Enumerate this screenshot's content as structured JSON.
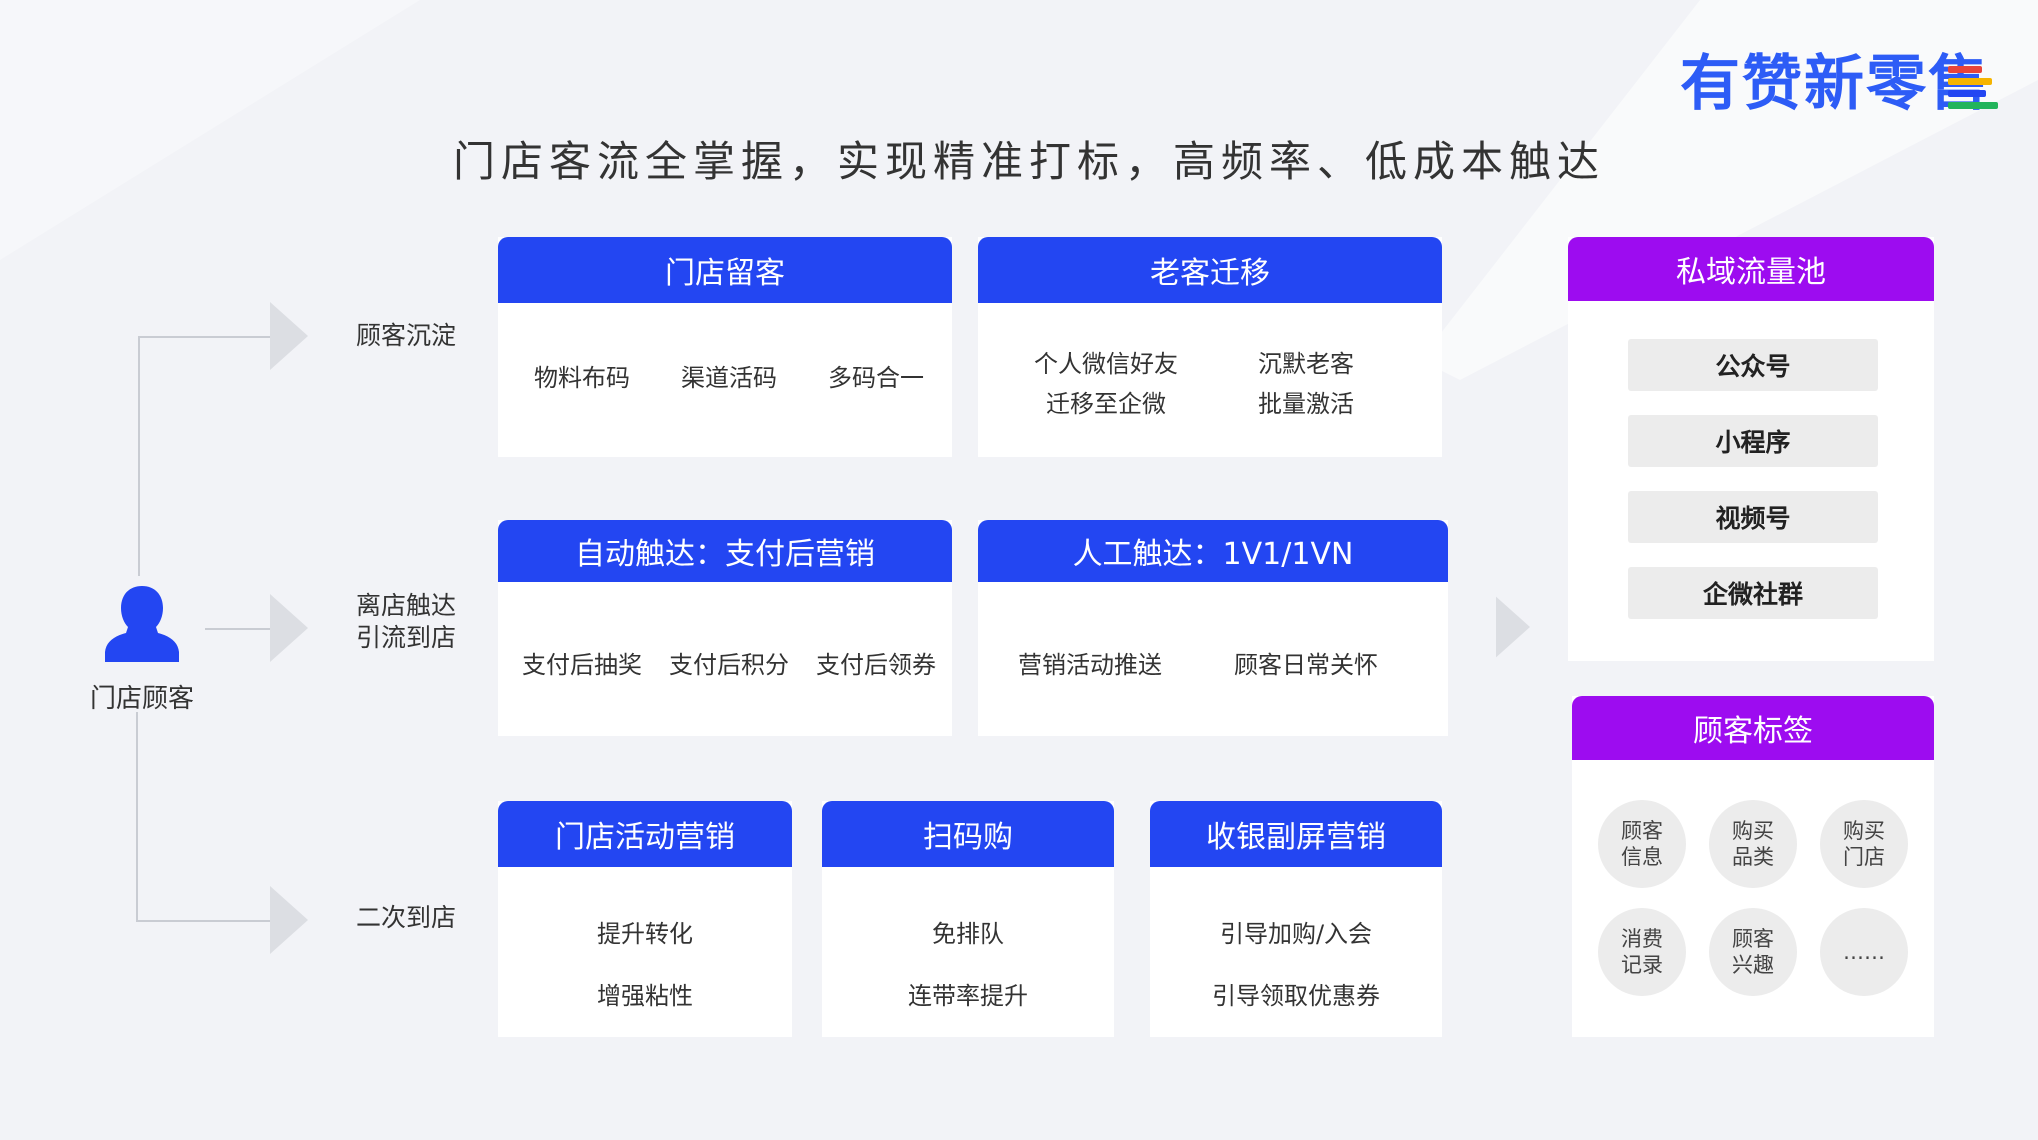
{
  "brand": {
    "logo_text": "有赞新零售",
    "bar_colors": [
      "#e8443a",
      "#f5b400",
      "#2346f2",
      "#22b45b"
    ]
  },
  "headline": "门店客流全掌握，实现精准打标，高频率、低成本触达",
  "customer": {
    "label": "门店顾客",
    "icon": "person-icon"
  },
  "stages": [
    {
      "label_lines": [
        "顾客沉淀"
      ]
    },
    {
      "label_lines": [
        "离店触达",
        "引流到店"
      ]
    },
    {
      "label_lines": [
        "二次到店"
      ]
    }
  ],
  "cards": {
    "store_retention": {
      "title": "门店留客",
      "items": [
        "物料布码",
        "渠道活码",
        "多码合一"
      ]
    },
    "old_customer_migration": {
      "title": "老客迁移",
      "items": [
        "个人微信好友",
        "迁移至企微",
        "沉默老客",
        "批量激活"
      ]
    },
    "auto_reach": {
      "title": "自动触达：支付后营销",
      "items": [
        "支付后抽奖",
        "支付后积分",
        "支付后领券"
      ]
    },
    "manual_reach": {
      "title": "人工触达：1V1/1VN",
      "items": [
        "营销活动推送",
        "顾客日常关怀"
      ]
    },
    "store_activity": {
      "title": "门店活动营销",
      "items": [
        "提升转化",
        "增强粘性"
      ]
    },
    "scan_buy": {
      "title": "扫码购",
      "items": [
        "免排队",
        "连带率提升"
      ]
    },
    "cashier_screen": {
      "title": "收银副屏营销",
      "items": [
        "引导加购/入会",
        "引导领取优惠券"
      ]
    }
  },
  "private_pool": {
    "title": "私域流量池",
    "items": [
      "公众号",
      "小程序",
      "视频号",
      "企微社群"
    ]
  },
  "customer_tags": {
    "title": "顾客标签",
    "tags": [
      [
        "顾客",
        "信息"
      ],
      [
        "购买",
        "品类"
      ],
      [
        "购买",
        "门店"
      ],
      [
        "消费",
        "记录"
      ],
      [
        "顾客",
        "兴趣"
      ],
      [
        "……"
      ]
    ]
  },
  "colors": {
    "blue_header": "#2346f2",
    "purple_header": "#9d0cf0",
    "background": "#f2f3f7"
  }
}
